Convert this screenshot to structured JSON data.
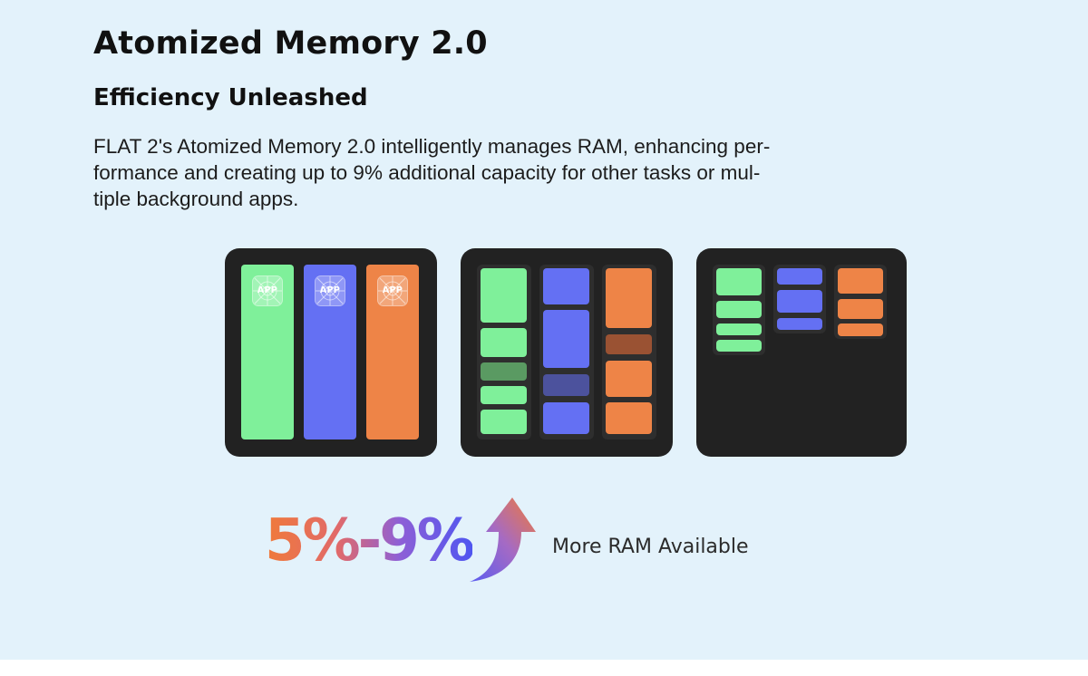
{
  "header": {
    "title": "Atomized Memory 2.0",
    "subtitle": "Efficiency Unleashed",
    "description_lines": [
      "FLAT 2's Atomized Memory 2.0 intelligently manages RAM, enhancing per-",
      "formance and creating up to 9% additional capacity for other tasks or mul-",
      "tiple background apps."
    ]
  },
  "illustration": {
    "app_icon_label": "APP",
    "colors": {
      "green": "#7ff09a",
      "blue": "#6470f3",
      "orange": "#ee8447",
      "green_dim": "#5a9a62",
      "blue_dim": "#4c529d",
      "orange_dim": "#9a5233",
      "panel": "#222222",
      "slot": "#2e2e2e"
    }
  },
  "stat": {
    "value": "5%-9%",
    "label": "More RAM Available",
    "gradient": [
      "#f07a3a",
      "#4f56f0"
    ]
  }
}
